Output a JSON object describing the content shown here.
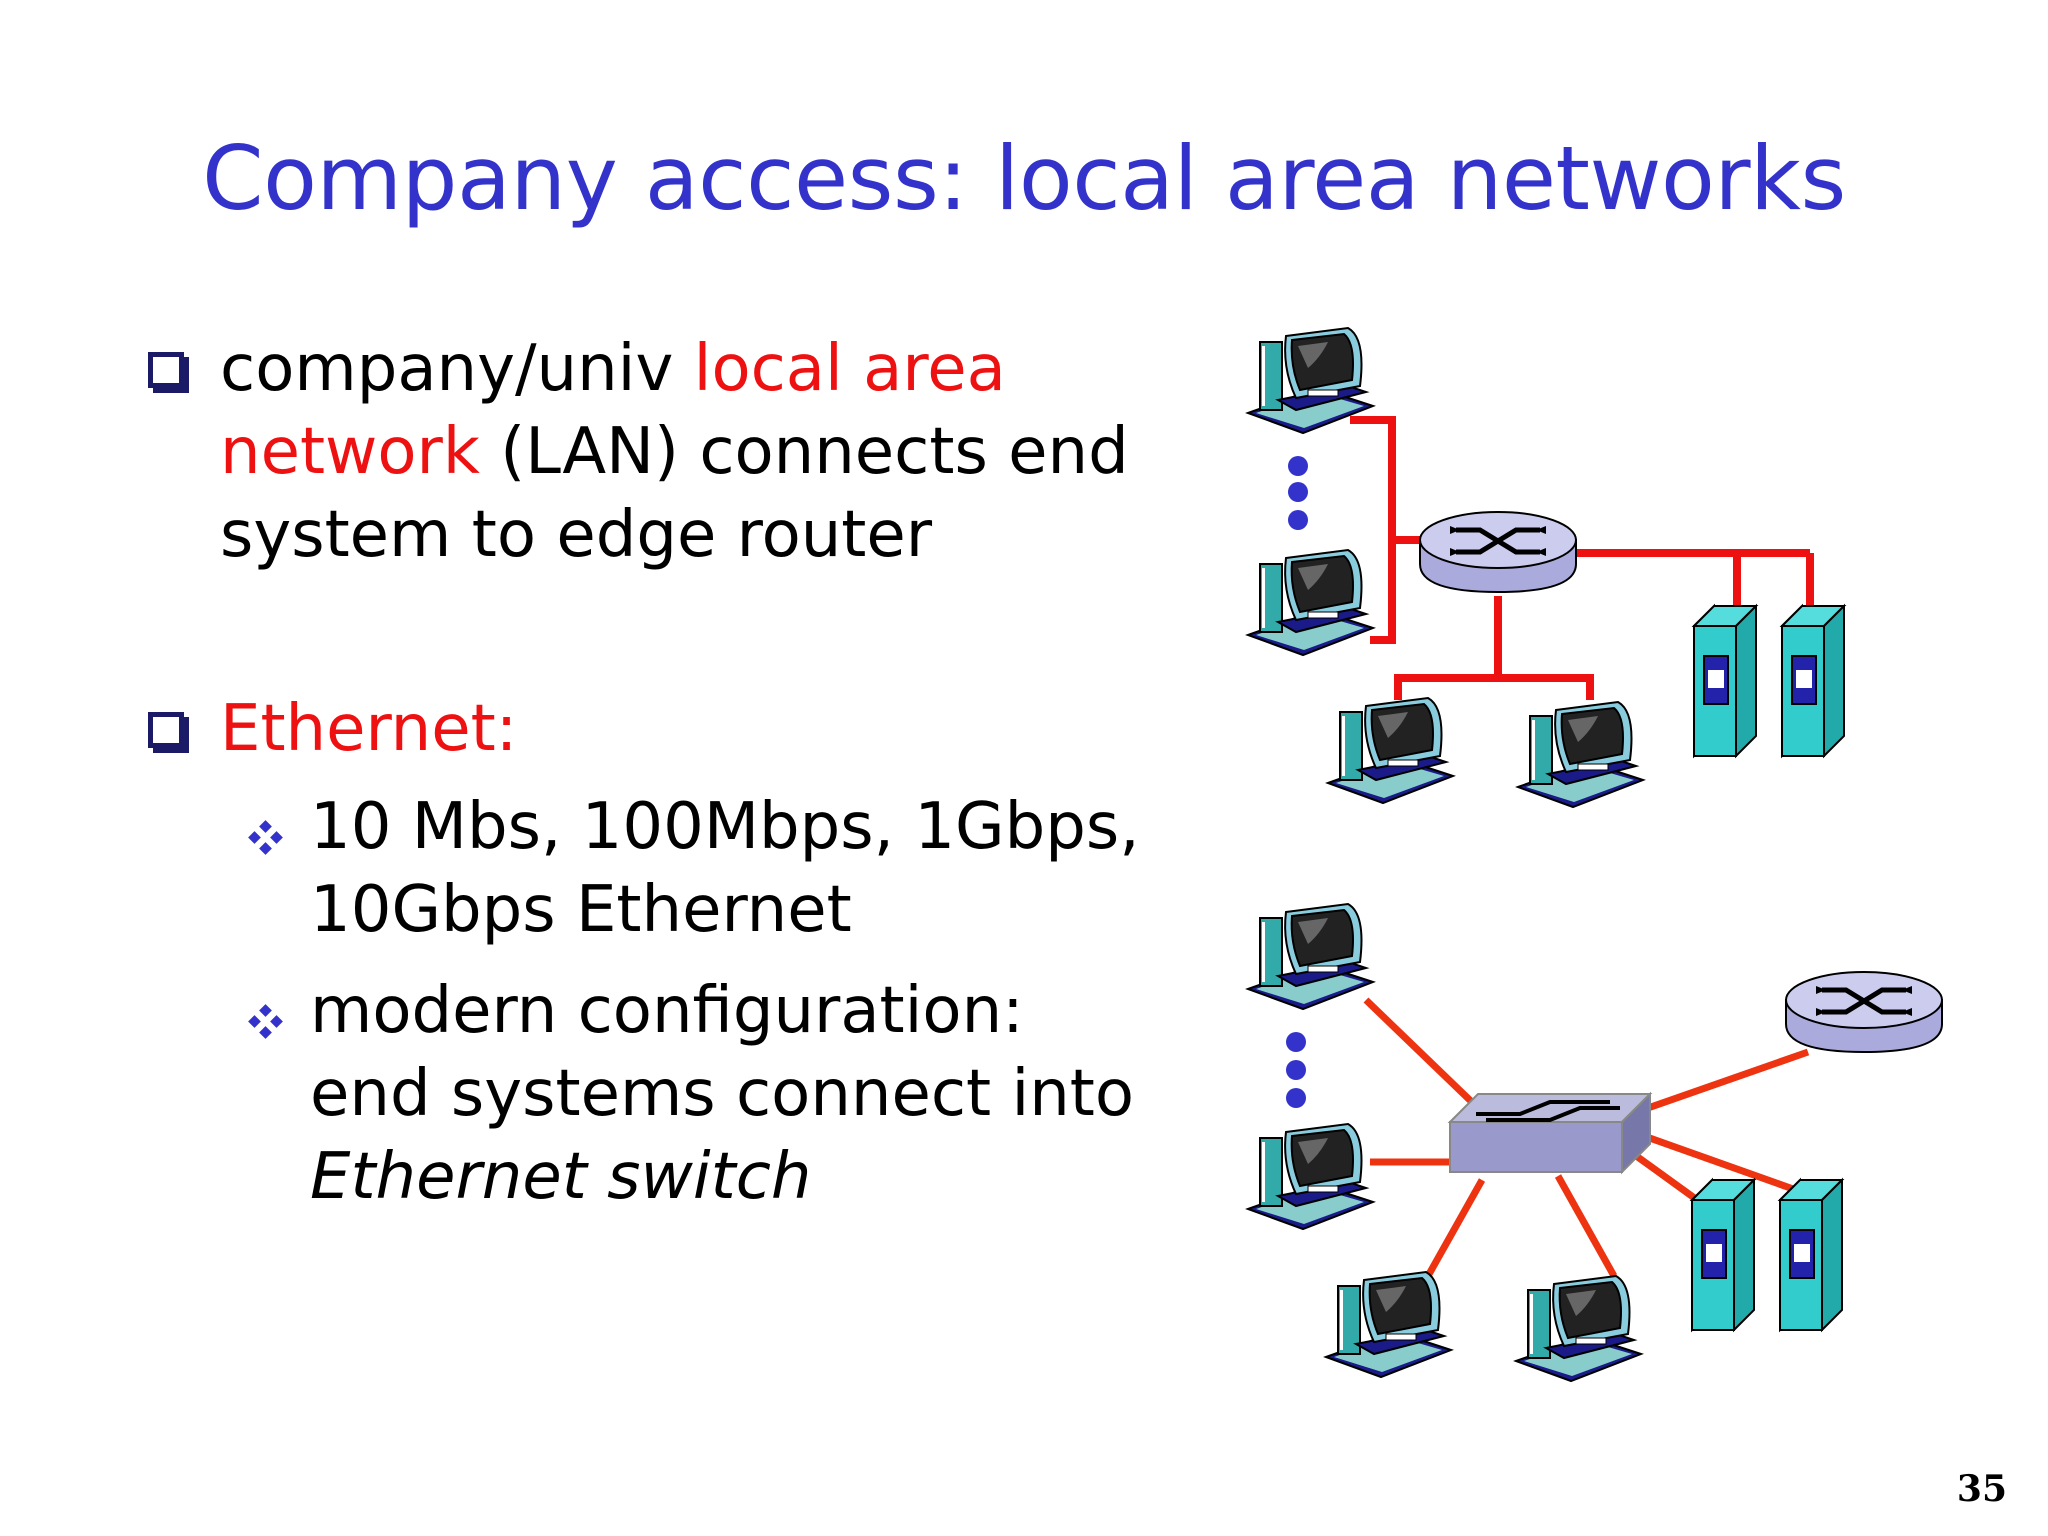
{
  "slide": {
    "title": "Company access: local area networks",
    "page_number": "35"
  },
  "bullets": {
    "b1": {
      "plain1": "company/univ ",
      "red1": "local area",
      "red2": "network",
      "plain2": " (LAN) connects end",
      "plain3": "system to edge router"
    },
    "b2": {
      "label": "Ethernet:"
    },
    "sub1": {
      "line1": "10 Mbs, 100Mbps, 1Gbps,",
      "line2": "10Gbps Ethernet"
    },
    "sub2": {
      "line1": "modern configuration:",
      "line2": "end systems connect into",
      "line3": "Ethernet switch"
    }
  },
  "colors": {
    "title": "#3333cc",
    "highlight": "#ee1111",
    "link_top": "#ee1111",
    "link_bottom": "#ee3311",
    "bullet": "#1a1a66",
    "router": "#ccccee",
    "switch": "#9999cc",
    "server": "#33cccc",
    "dots": "#3333cc"
  },
  "icons": [
    "checkbox-bullet-icon",
    "diamond-bullet-icon",
    "computer-icon",
    "router-icon",
    "ethernet-switch-icon",
    "server-icon"
  ]
}
